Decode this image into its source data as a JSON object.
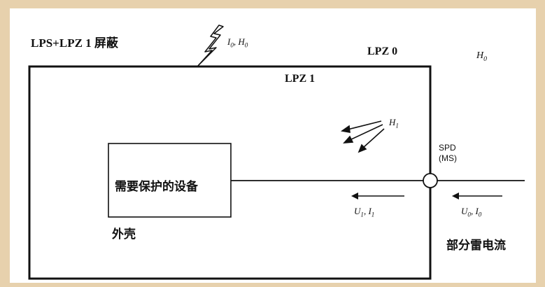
{
  "labels": {
    "lps_shield": "LPS+LPZ 1 屏蔽",
    "lpz0": "LPZ 0",
    "lpz1": "LPZ 1",
    "h0_outside": "H",
    "h0_outside_sub": "0",
    "strike": "I",
    "strike_sub": "0",
    "strike_h": ", H",
    "strike_h_sub": "0",
    "h1": "H",
    "h1_sub": "1",
    "spd_line1": "SPD",
    "spd_line2": "(MS)",
    "equipment": "需要保护的设备",
    "enclosure": "外壳",
    "u1": "U",
    "u1_sub": "1",
    "u1_i": ", I",
    "u1_i_sub": "1",
    "u0": "U",
    "u0_sub": "0",
    "u0_i": ", I",
    "u0_i_sub": "0",
    "partial_current": "部分雷电流"
  },
  "colors": {
    "background": "#e7d1ad",
    "paper": "#ffffff",
    "ink": "#111111"
  }
}
